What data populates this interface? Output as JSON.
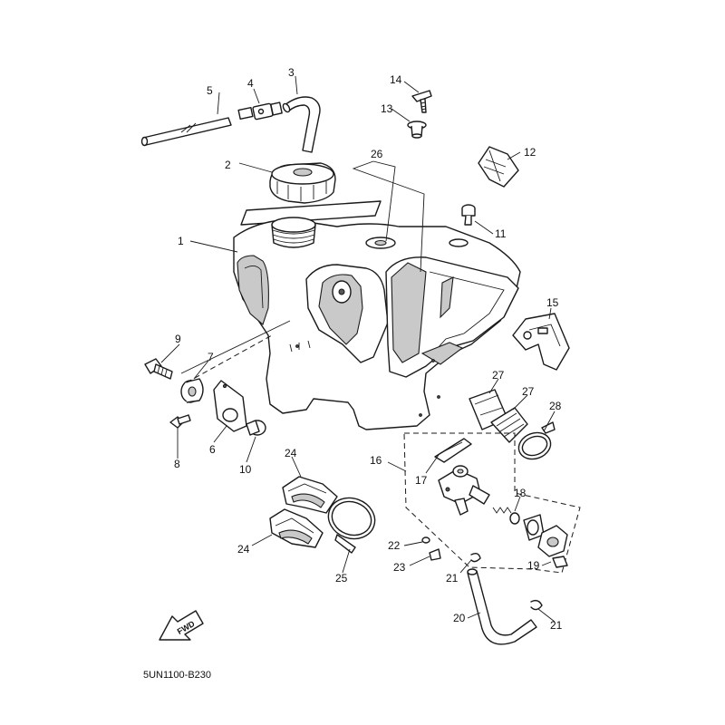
{
  "diagram": {
    "code": "5UN1100-B230",
    "fwd_label": "FWD",
    "callouts": {
      "c1": "1",
      "c2": "2",
      "c3": "3",
      "c4": "4",
      "c5": "5",
      "c6": "6",
      "c7": "7",
      "c8": "8",
      "c9": "9",
      "c10": "10",
      "c11": "11",
      "c12": "12",
      "c13": "13",
      "c14": "14",
      "c15": "15",
      "c16": "16",
      "c17": "17",
      "c18": "18",
      "c19": "19",
      "c20": "20",
      "c21a": "21",
      "c21b": "21",
      "c22": "22",
      "c23": "23",
      "c24a": "24",
      "c24b": "24",
      "c25": "25",
      "c26": "26",
      "c27a": "27",
      "c27b": "27",
      "c28": "28"
    }
  }
}
